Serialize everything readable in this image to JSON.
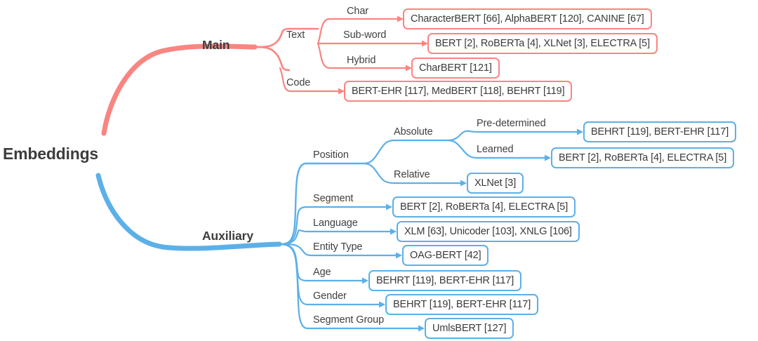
{
  "diagram": {
    "title": "Embeddings taxonomy mind map",
    "root_label": "Embeddings",
    "colors": {
      "main_branch": "#f98581",
      "auxiliary_branch": "#5cb0e8",
      "text": "#3d3d3d",
      "background": "#ffffff"
    }
  },
  "branches": {
    "main": {
      "label": "Main",
      "color": "#f98581",
      "children": [
        {
          "label": "Text",
          "children": [
            {
              "label": "Char",
              "leaf": "CharacterBERT [66], AlphaBERT [120], CANINE [67]"
            },
            {
              "label": "Sub-word",
              "leaf": "BERT [2], RoBERTa [4], XLNet [3], ELECTRA [5]"
            },
            {
              "label": "Hybrid",
              "leaf": "CharBERT [121]"
            }
          ]
        },
        {
          "label": "Code",
          "leaf": "BERT-EHR [117], MedBERT [118], BEHRT [119]"
        }
      ]
    },
    "auxiliary": {
      "label": "Auxiliary",
      "color": "#5cb0e8",
      "children": [
        {
          "label": "Position",
          "children": [
            {
              "label": "Absolute",
              "children": [
                {
                  "label": "Pre-determined",
                  "leaf": "BEHRT [119], BERT-EHR [117]"
                },
                {
                  "label": "Learned",
                  "leaf": "BERT [2], RoBERTa [4], ELECTRA [5]"
                }
              ]
            },
            {
              "label": "Relative",
              "leaf": "XLNet [3]"
            }
          ]
        },
        {
          "label": "Segment",
          "leaf": "BERT [2], RoBERTa [4], ELECTRA [5]"
        },
        {
          "label": "Language",
          "leaf": "XLM [63], Unicoder [103], XNLG [106]"
        },
        {
          "label": "Entity Type",
          "leaf": "OAG-BERT [42]"
        },
        {
          "label": "Age",
          "leaf": "BEHRT [119], BERT-EHR [117]"
        },
        {
          "label": "Gender",
          "leaf": "BEHRT [119], BERT-EHR [117]"
        },
        {
          "label": "Segment Group",
          "leaf": "UmlsBERT [127]"
        }
      ]
    }
  }
}
